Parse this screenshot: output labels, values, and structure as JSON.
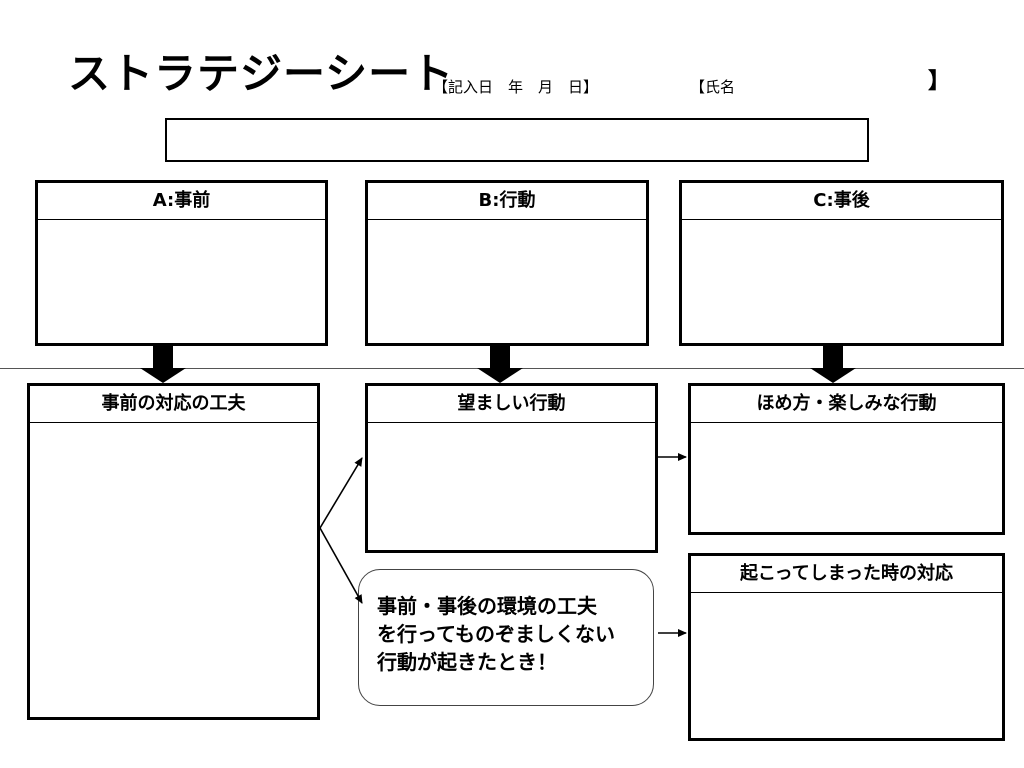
{
  "header": {
    "title": "ストラテジーシート",
    "date_label": "【記入日　年　月　日】",
    "name_label": "【氏名",
    "name_close": "】"
  },
  "top_row": {
    "a_head": "A:事前",
    "b_head": "B:行動",
    "c_head": "C:事後"
  },
  "bottom": {
    "prevent_head": "事前の対応の工夫",
    "desired_head": "望ましい行動",
    "praise_head": "ほめ方・楽しみな行動",
    "occurred_head": "起こってしまった時の対応"
  },
  "callout": {
    "line1": "事前・事後の環境の工夫",
    "line2": "を行ってものぞましくない",
    "line3": "行動が起きたとき！"
  },
  "icons": {
    "down_arrows": "block-down-arrow-icon",
    "connectors": "arrow-icon"
  },
  "colors": {
    "line": "#000000",
    "background": "#ffffff",
    "divider": "#555555"
  }
}
